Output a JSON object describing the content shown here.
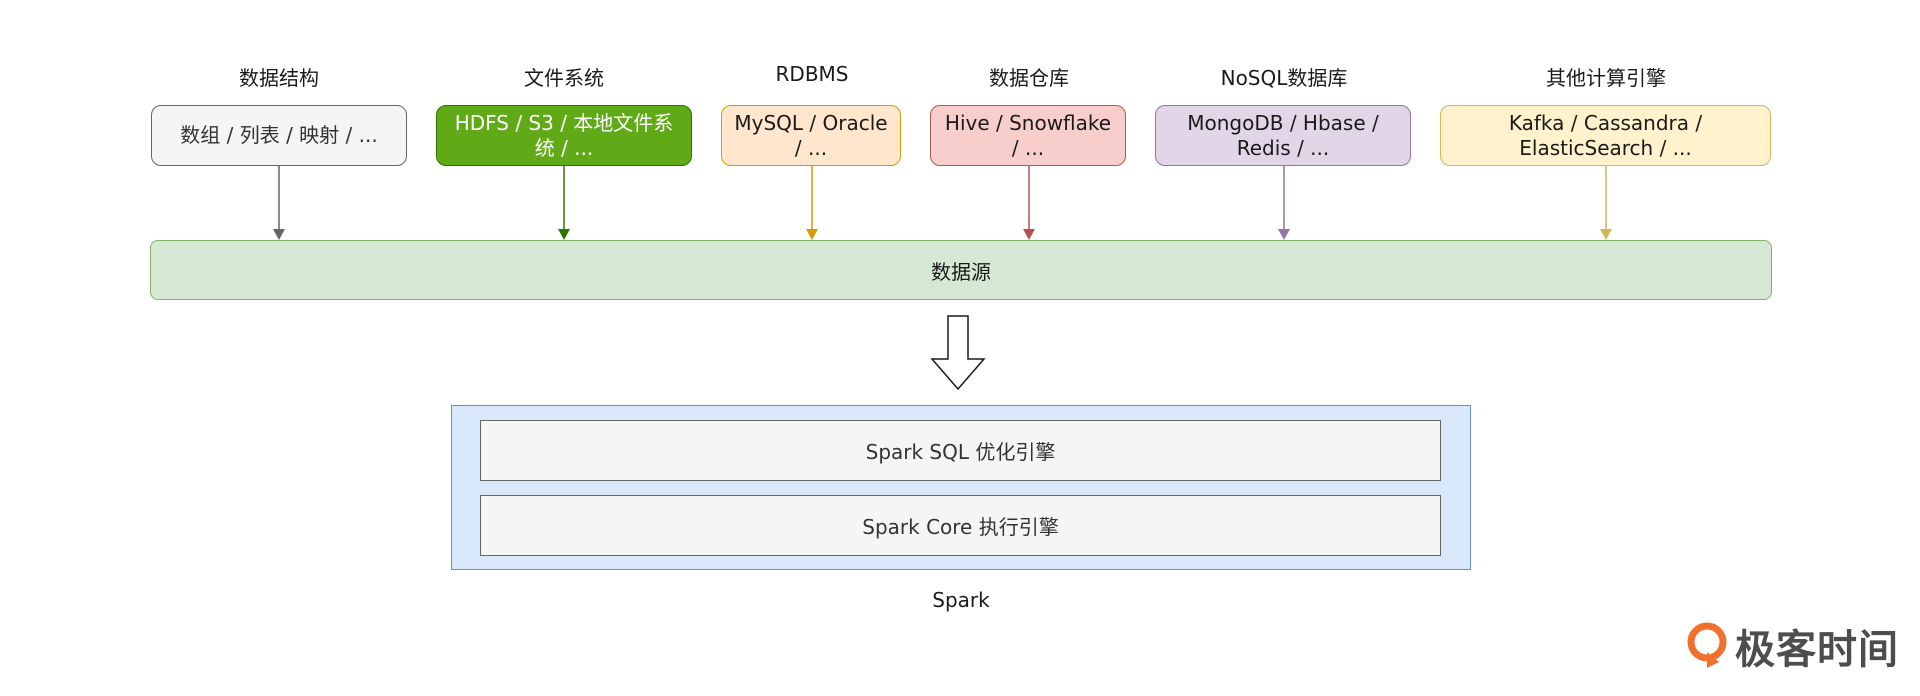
{
  "categories": [
    {
      "label": "数据结构",
      "box_text": "数组 / 列表 / 映射 / ...",
      "fill": "#f5f5f5",
      "stroke": "#666666",
      "text_color": "#333333",
      "arrow_color": "#666666"
    },
    {
      "label": "文件系统",
      "box_text": "HDFS / S3 / 本地文件系统 / ...",
      "fill": "#60a917",
      "stroke": "#2d7600",
      "text_color": "#ffffff",
      "arrow_color": "#2d7600"
    },
    {
      "label": "RDBMS",
      "box_text": "MySQL / Oracle / ...",
      "fill": "#ffe6cc",
      "stroke": "#d79b00",
      "text_color": "#1a1a1a",
      "arrow_color": "#d79b00"
    },
    {
      "label": "数据仓库",
      "box_text": "Hive / Snowflake / ...",
      "fill": "#f8cecc",
      "stroke": "#b85450",
      "text_color": "#1a1a1a",
      "arrow_color": "#b85450"
    },
    {
      "label": "NoSQL数据库",
      "box_text": "MongoDB / Hbase / Redis / ...",
      "fill": "#e1d5e7",
      "stroke": "#9673a6",
      "text_color": "#1a1a1a",
      "arrow_color": "#9673a6"
    },
    {
      "label": "其他计算引擎",
      "box_text": "Kafka / Cassandra / ElasticSearch / ...",
      "fill": "#fff2cc",
      "stroke": "#d6b656",
      "text_color": "#1a1a1a",
      "arrow_color": "#d6b656"
    }
  ],
  "datasource": {
    "label": "数据源"
  },
  "spark": {
    "sql_engine": "Spark SQL 优化引擎",
    "core_engine": "Spark Core 执行引擎",
    "caption": "Spark"
  },
  "brand": {
    "name": "极客时间",
    "color": "#f0712e"
  }
}
